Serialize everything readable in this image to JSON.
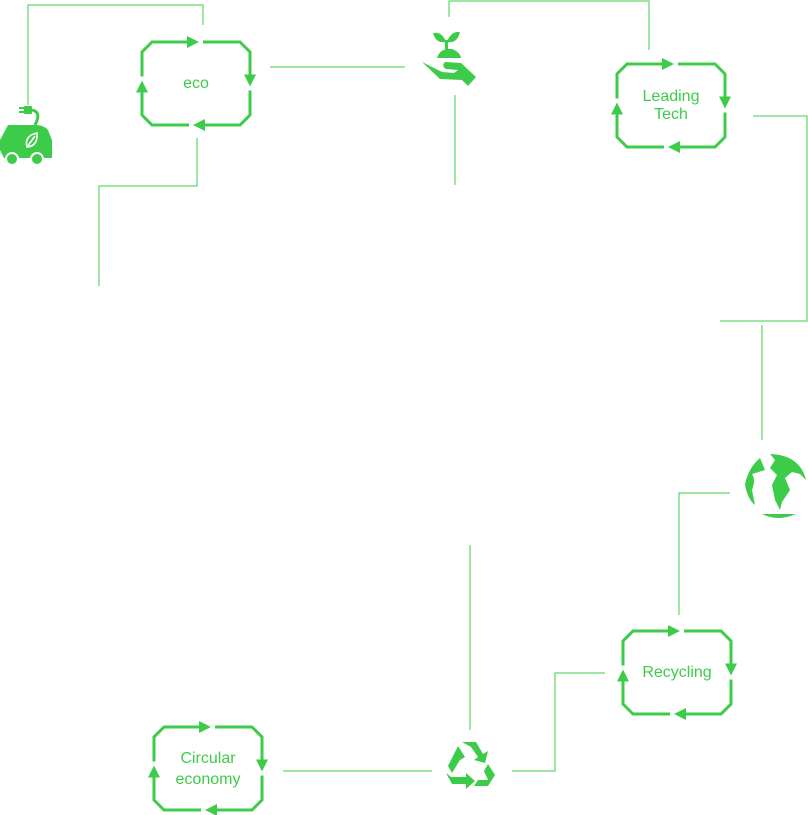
{
  "accent_color": "#3dcc4a",
  "nodes": {
    "eco": "eco",
    "leading_tech_1": "Leading",
    "leading_tech_2": "Tech",
    "recycling": "Recycling",
    "circular_1": "Circular",
    "circular_2": "economy"
  },
  "icons": [
    "electric-car-icon",
    "plant-hand-icon",
    "globe-icon",
    "recycle-icon"
  ]
}
